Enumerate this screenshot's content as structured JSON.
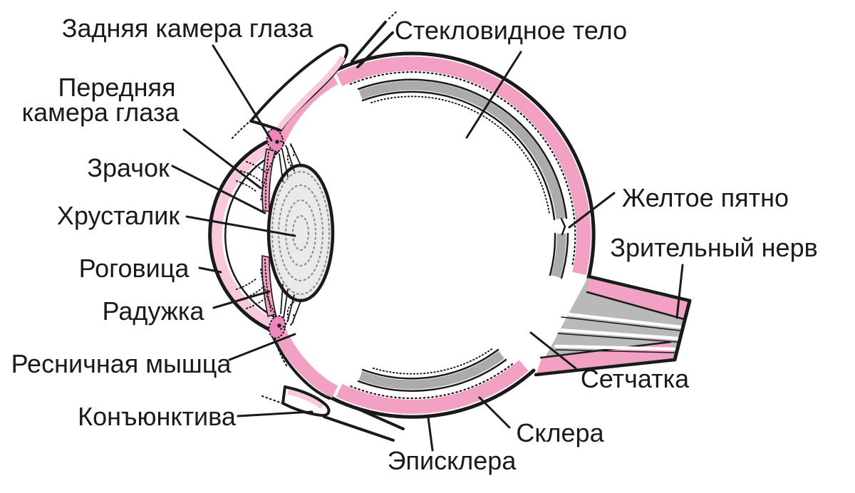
{
  "labels": {
    "posterior_chamber": "Задняя камера глаза",
    "anterior_chamber_l1": "Передняя",
    "anterior_chamber_l2": "камера глаза",
    "pupil": "Зрачок",
    "lens": "Хрусталик",
    "cornea": "Роговица",
    "iris": "Радужка",
    "ciliary_muscle": "Ресничная мышца",
    "conjunctiva": "Конъюнктива",
    "vitreous_body": "Стекловидное тело",
    "macula": "Желтое пятно",
    "optic_nerve": "Зрительный нерв",
    "retina": "Сетчатка",
    "sclera": "Склера",
    "episclera": "Эписклера"
  },
  "colors": {
    "pink": "#F2A0C4",
    "pink_light": "#F8C8DC",
    "pink_dark": "#EE87BC",
    "gray_band": "#ABABAB",
    "gray_nerve": "#B9B9B9",
    "lens_fill": "#EAEAEA",
    "lens_dots": "#8F8F8F",
    "ink": "#1A1A1A",
    "background": "#FFFFFF"
  }
}
